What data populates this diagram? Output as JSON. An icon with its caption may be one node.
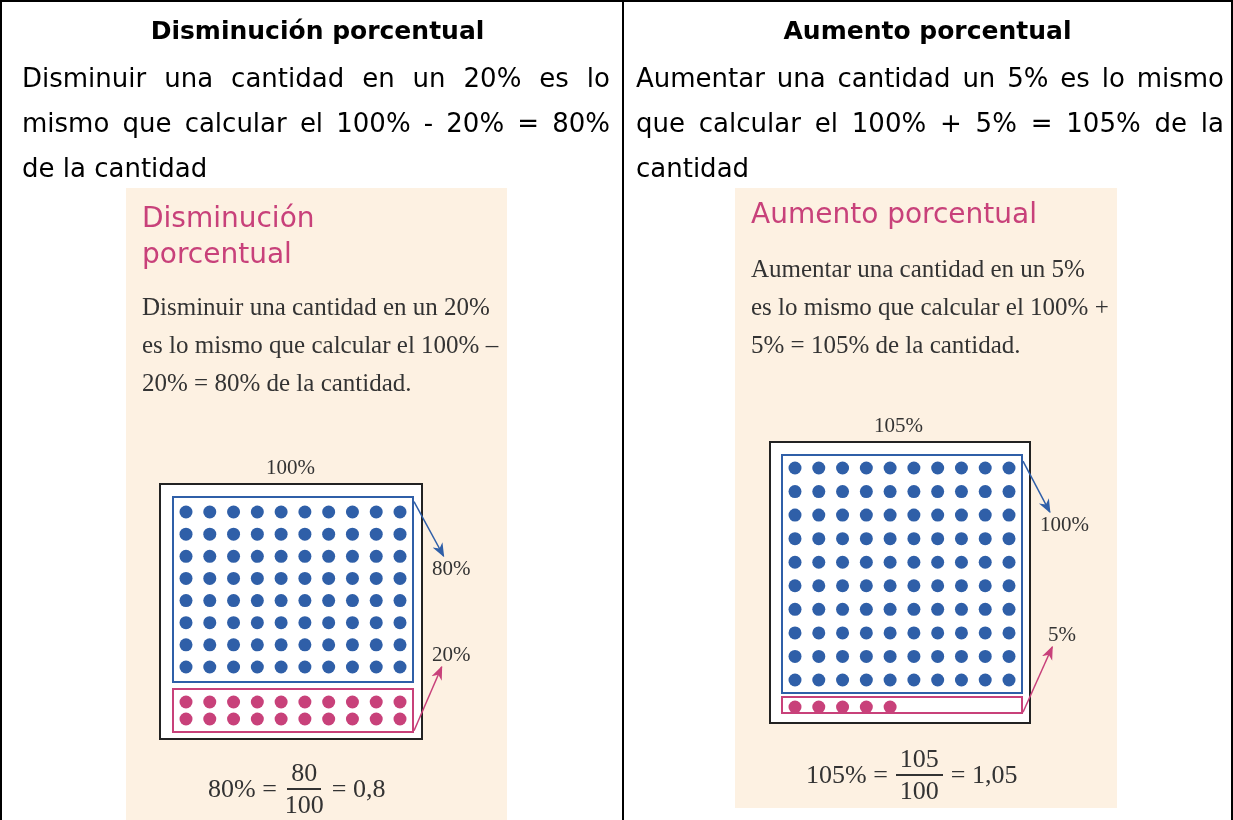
{
  "diagram": {
    "nodes": [
      {
        "text": [
          "Disminución porcentual",
          "Disminuir una cantidad en un 20% es lo mismo que calcular el 100% – 20% = 80% de la cantidad."
        ]
      },
      {
        "text": [],
        "shape": "box",
        "in": 0,
        "beside": [
          "100%"
        ]
      },
      {
        "text": [],
        "shape": "box",
        "in": 1
      },
      {
        "text": [],
        "shape": "box",
        "in": 1
      },
      {
        "text": [
          "80%"
        ],
        "in": 0
      },
      {
        "text": [
          "20%"
        ],
        "in": 0
      },
      {
        "text": [
          "Aumento porcentual",
          "Aumentar una cantidad en un 5% es lo mismo que calcular el 100% + 5% = 105% de la cantidad."
        ]
      },
      {
        "text": [],
        "shape": "box",
        "in": 6,
        "beside": [
          "105%"
        ]
      },
      {
        "text": [],
        "shape": "box",
        "in": 7
      },
      {
        "text": [],
        "shape": "box",
        "in": 7
      },
      {
        "text": [
          "100%"
        ],
        "in": 6
      },
      {
        "text": [
          "5%"
        ],
        "in": 6
      }
    ],
    "edges": [
      {
        "from": 2,
        "to": 4,
        "arrow": "to"
      },
      {
        "from": 3,
        "to": 5,
        "arrow": "to",
        "color": "#c8417a"
      },
      {
        "from": 8,
        "to": 10,
        "arrow": "to"
      },
      {
        "from": 9,
        "to": 11,
        "arrow": "to",
        "color": "#c8417a"
      }
    ],
    "labels": [
      "Disminución porcentual",
      "Aumento porcentual",
      "Disminuir una cantidad en un 20% es lo mismo que calcular el 100% - 20% = 80% de la cantidad",
      "Aumentar una cantidad un 5% es lo mismo que calcular el 100% + 5% = 105% de la cantidad",
      "80% =",
      "80",
      "100",
      "= 0,8",
      "105% =",
      "105",
      "100",
      "= 1,05"
    ]
  }
}
